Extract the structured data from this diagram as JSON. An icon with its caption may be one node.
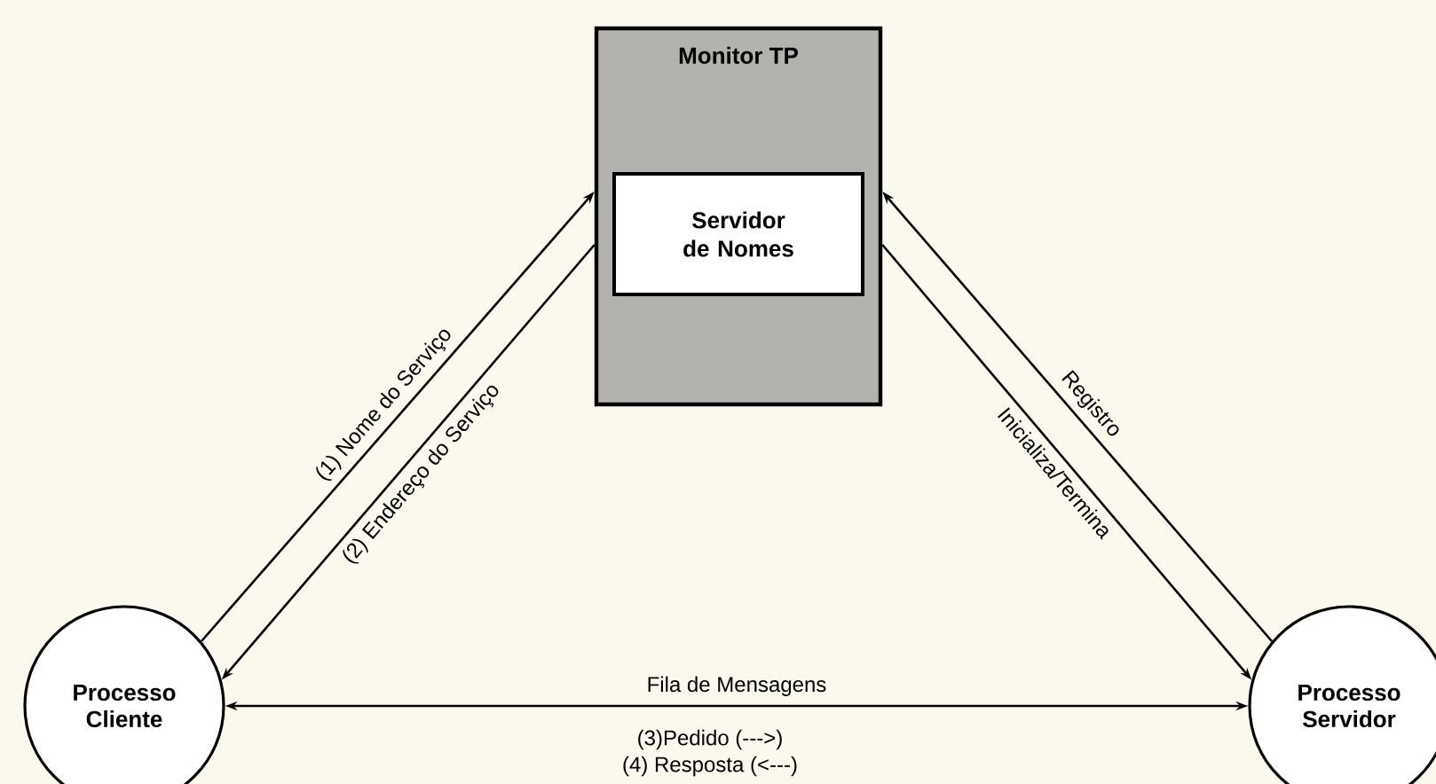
{
  "diagram": {
    "nodes": [
      {
        "text": [
          "Monitor TP"
        ]
      },
      {
        "text": [
          "Servidor de Nomes"
        ],
        "in": 0
      },
      {
        "text": [
          "Processo Cliente"
        ]
      },
      {
        "text": [
          "Processo Servidor"
        ]
      }
    ],
    "edges": [
      {
        "from": 2,
        "to": 0,
        "arrow": "to",
        "label": "(1) Nome do Serviço"
      },
      {
        "from": 0,
        "to": 2,
        "arrow": "to",
        "label": "(2) Endereço do Serviço"
      },
      {
        "from": 3,
        "to": 0,
        "arrow": "to",
        "label": "Registro"
      },
      {
        "from": 0,
        "to": 3,
        "arrow": "to",
        "label": "Inicializa/Termina"
      },
      {
        "from": 2,
        "to": 3,
        "arrow": "both",
        "label": "Fila de Mensagens"
      }
    ],
    "labels": [
      "(3)Pedido (--->)",
      "(4) Resposta (<---)"
    ]
  }
}
